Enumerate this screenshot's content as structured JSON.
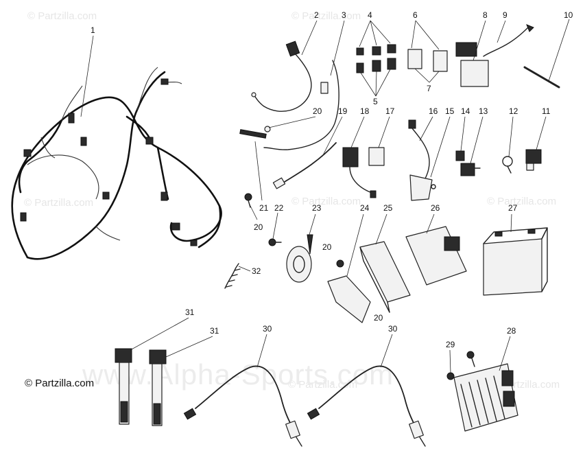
{
  "copyright": "© Partzilla.com",
  "watermark_small": "© Partzilla.com",
  "watermark_large": "www.Alpha-Sports.com",
  "callouts": [
    "1",
    "2",
    "3",
    "4",
    "5",
    "6",
    "7",
    "8",
    "9",
    "10",
    "11",
    "12",
    "13",
    "14",
    "15",
    "16",
    "17",
    "18",
    "19",
    "20",
    "20",
    "20",
    "20",
    "20",
    "21",
    "22",
    "23",
    "24",
    "25",
    "26",
    "27",
    "28",
    "29",
    "30",
    "30",
    "31",
    "31",
    "32"
  ]
}
